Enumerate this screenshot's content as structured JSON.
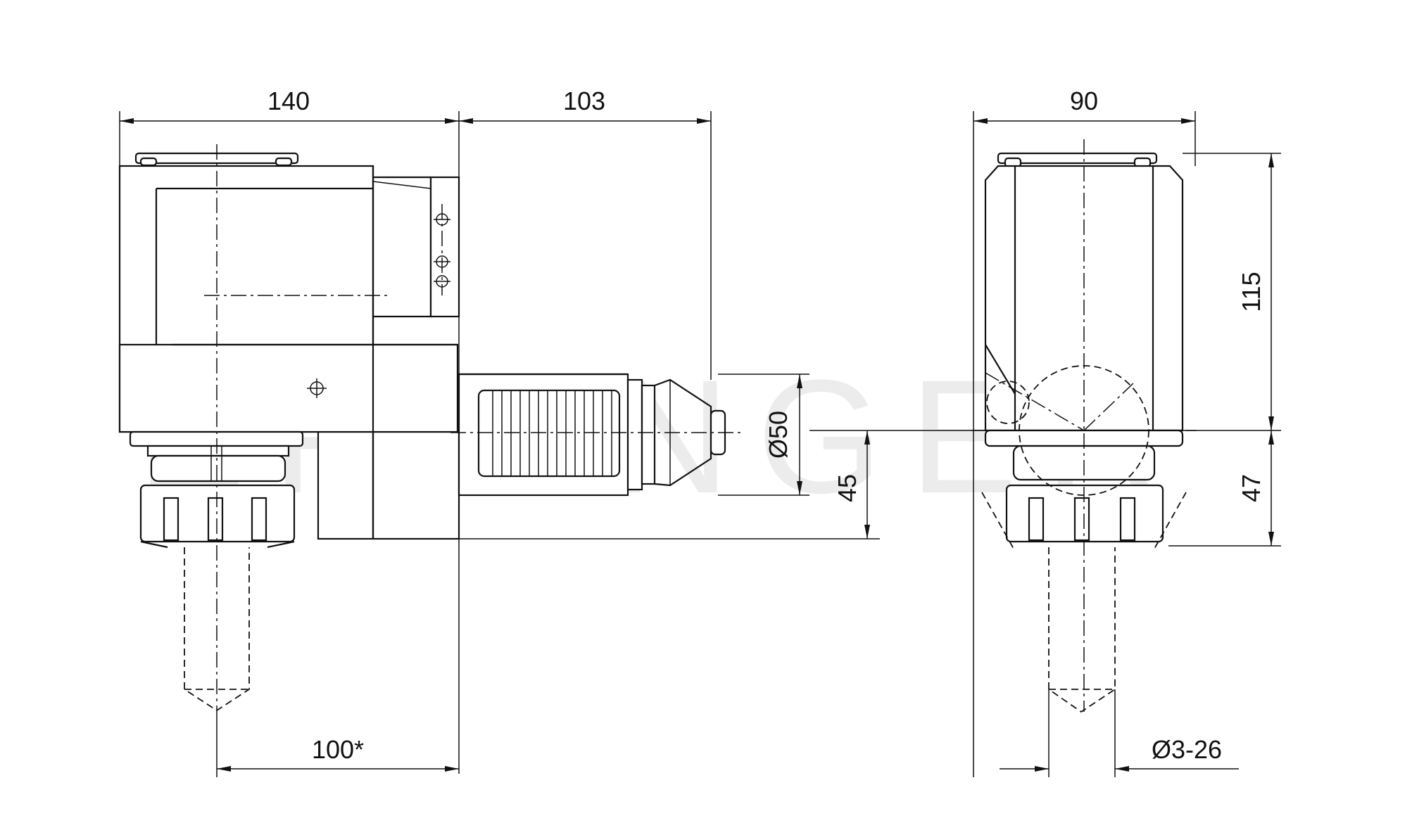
{
  "watermark": "EPPINGER",
  "dimensions": {
    "d140": "140",
    "d103": "103",
    "d90": "90",
    "d115": "115",
    "d47": "47",
    "d45": "45",
    "d50": "Ø50",
    "d100": "100*",
    "d326": "Ø3-26"
  }
}
